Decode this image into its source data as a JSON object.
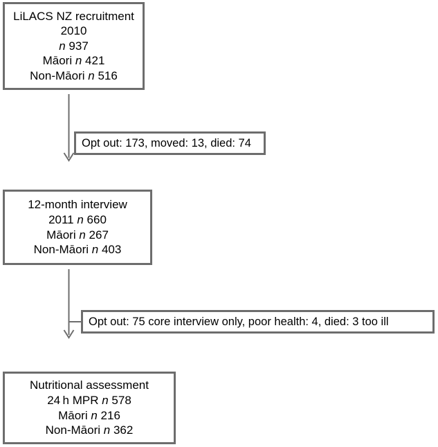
{
  "figure": {
    "type": "flowchart",
    "orientation": "vertical",
    "colors": {
      "box_border": "#6d6d6d",
      "box_fill": "#ffffff",
      "arrow": "#6d6d6d",
      "text": "#000000"
    }
  },
  "nodes": [
    {
      "id": "recruitment",
      "lines": [
        "LiLACS NZ recruitment",
        "2010",
        "n 937",
        "Māori n 421",
        "Non-Māori n 516"
      ],
      "line1": "LiLACS NZ recruitment",
      "line2": "2010",
      "line3_pre": "",
      "line3_n": "n",
      "line3_val": "937",
      "line4_pre": "Māori ",
      "line4_n": "n",
      "line4_val": "421",
      "line5_pre": "Non-Māori ",
      "line5_n": "n",
      "line5_val": "516"
    },
    {
      "id": "interview12m",
      "lines": [
        "12-month interview",
        "2011 n 660",
        "Māori n 267",
        "Non-Māori n 403"
      ],
      "line1": "12-month interview",
      "line2_pre": "2011 ",
      "line2_n": "n",
      "line2_val": "660",
      "line3_pre": "Māori ",
      "line3_n": "n",
      "line3_val": "267",
      "line4_pre": "Non-Māori ",
      "line4_n": "n",
      "line4_val": "403"
    },
    {
      "id": "nutrition",
      "lines": [
        "Nutritional assessment",
        "24 h MPR n 578",
        "Māori n 216",
        "Non-Māori n 362"
      ],
      "line1": "Nutritional assessment",
      "line2_pre": "24 h MPR ",
      "line2_n": "n",
      "line2_val": "578",
      "line3_pre": "Māori ",
      "line3_n": "n",
      "line3_val": "216",
      "line4_pre": "Non-Māori ",
      "line4_n": "n",
      "line4_val": "362"
    }
  ],
  "annotations": [
    {
      "id": "attrition-1",
      "text": "Opt out: 173, moved: 13, died: 74",
      "opt_out": 173,
      "moved": 13,
      "died": 74
    },
    {
      "id": "attrition-2",
      "text": "Opt out: 75 core interview only, poor health: 4, died: 3 too ill",
      "opt_out_core_only": 75,
      "poor_health": 4,
      "died_too_ill": 3
    }
  ],
  "chart_data": {
    "type": "flowchart",
    "title": "LiLACS NZ participant flow",
    "stages": [
      {
        "stage": "LiLACS NZ recruitment",
        "year": "2010",
        "total_n": 937,
        "maori_n": 421,
        "non_maori_n": 516
      },
      {
        "stage": "12-month interview",
        "year": "2011",
        "total_n": 660,
        "maori_n": 267,
        "non_maori_n": 403
      },
      {
        "stage": "Nutritional assessment",
        "year": "",
        "measure": "24 h MPR",
        "total_n": 578,
        "maori_n": 216,
        "non_maori_n": 362
      }
    ],
    "transitions": [
      {
        "from": "LiLACS NZ recruitment",
        "to": "12-month interview",
        "label": "Opt out: 173, moved: 13, died: 74"
      },
      {
        "from": "12-month interview",
        "to": "Nutritional assessment",
        "label": "Opt out: 75 core interview only, poor health: 4, died: 3 too ill"
      }
    ]
  }
}
